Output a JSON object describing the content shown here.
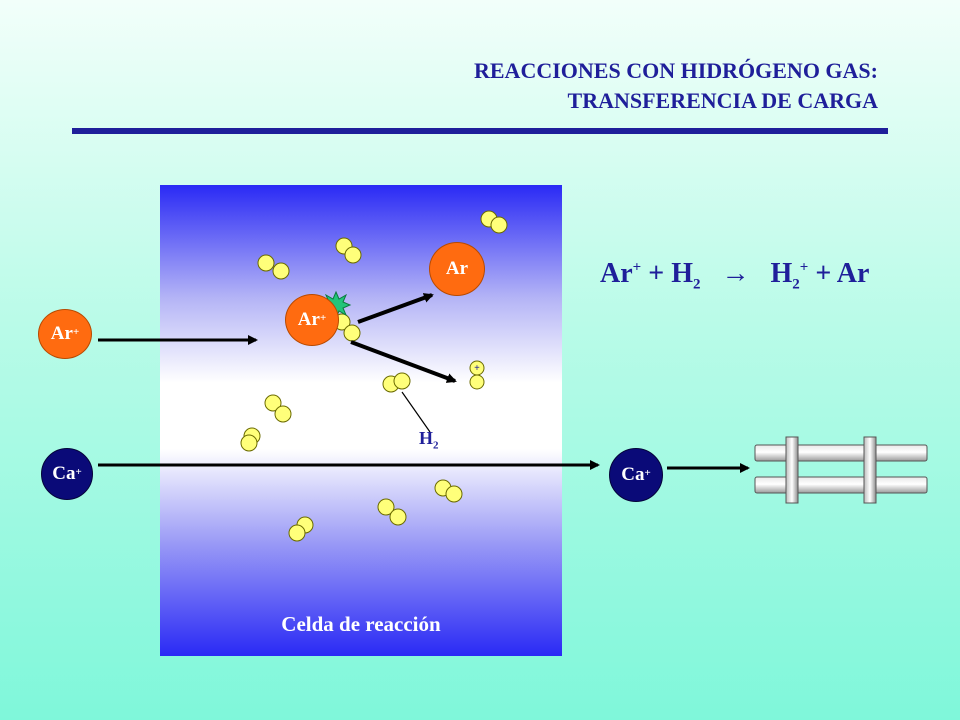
{
  "title": {
    "line1": "REACCIONES CON HIDRÓGENO GAS:",
    "line2": "TRANSFERENCIA DE CARGA"
  },
  "cell": {
    "label": "Celda de reacción"
  },
  "ions": {
    "ar_plus_incoming": {
      "symbol": "Ar",
      "charge": "+"
    },
    "ar_plus_collision": {
      "symbol": "Ar",
      "charge": "+"
    },
    "ar_neutral": {
      "symbol": "Ar"
    },
    "ca_plus_in": {
      "symbol": "Ca",
      "charge": "+"
    },
    "ca_plus_out": {
      "symbol": "Ca",
      "charge": "+"
    }
  },
  "h2_product_charge": "+",
  "h2_label": {
    "base": "H",
    "sub": "2"
  },
  "equation": {
    "reactant1": "Ar",
    "reactant1_charge": "+",
    "plus1": "+",
    "reactant2": "H",
    "reactant2_sub": "2",
    "arrow": "→",
    "product1": "H",
    "product1_sub": "2",
    "product1_charge": "+",
    "plus2": "+",
    "product2": "Ar"
  },
  "colors": {
    "title": "#1f1f9a",
    "ar_ion": "#ff6b10",
    "ca_ion": "#0a0a78",
    "h_atom": "#ffff7a",
    "collision": "#22c47a"
  }
}
